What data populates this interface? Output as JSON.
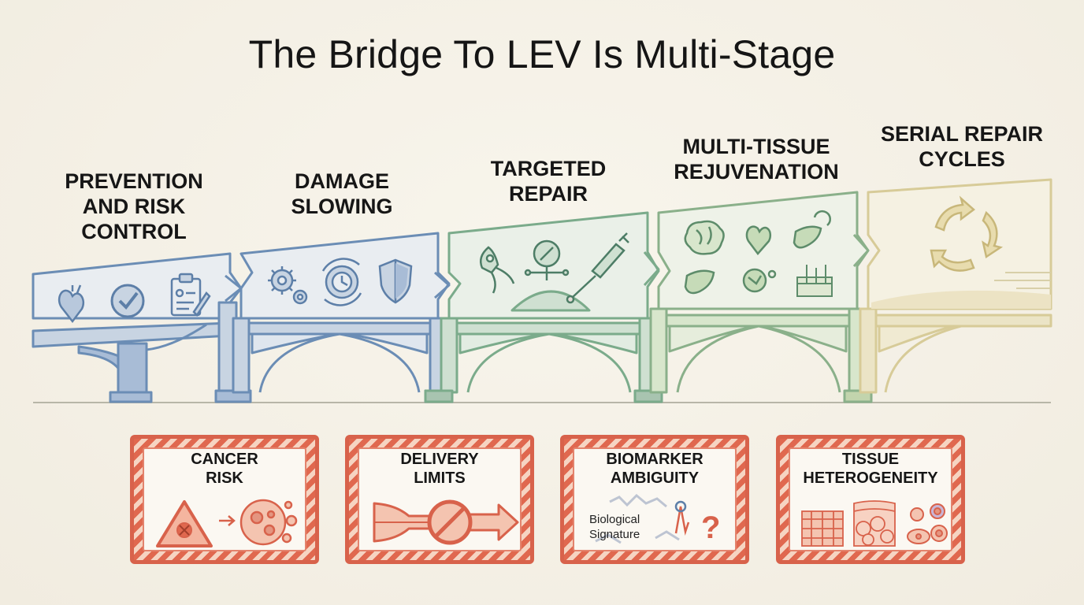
{
  "title": "The Bridge To LEV Is Multi-Stage",
  "stages": [
    {
      "label": "PREVENTION\nAND RISK\nCONTROL",
      "color": "#6b8db5",
      "icons": [
        "heart-icon",
        "checkmark-icon",
        "clipboard-icon"
      ]
    },
    {
      "label": "DAMAGE\nSLOWING",
      "color": "#6b8db5",
      "icons": [
        "gears-icon",
        "clock-cycle-icon",
        "shield-icon"
      ]
    },
    {
      "label": "TARGETED\nREPAIR",
      "color": "#7bab8b",
      "icons": [
        "nanobot-icon",
        "targeting-icon",
        "syringe-icon"
      ]
    },
    {
      "label": "MULTI-TISSUE\nREJUVENATION",
      "color": "#8ab08a",
      "icons": [
        "brain-icon",
        "heart-icon",
        "liver-icon",
        "liver-icon",
        "cell-icon",
        "skin-icon"
      ]
    },
    {
      "label": "SERIAL REPAIR\nCYCLES",
      "color": "#d7cb98",
      "icons": [
        "cycle-arrows-icon"
      ]
    }
  ],
  "hazards": [
    {
      "label": "CANCER\nRISK",
      "icons": [
        "warning-triangle-icon",
        "tumor-cell-icon"
      ]
    },
    {
      "label": "DELIVERY\nLIMITS",
      "icons": [
        "blocked-arrow-icon"
      ]
    },
    {
      "label": "BIOMARKER\nAMBIGUITY",
      "caption": "Biological\nSignature",
      "icons": [
        "signal-trace-icon",
        "question-mark-icon"
      ]
    },
    {
      "label": "TISSUE\nHETEROGENEITY",
      "icons": [
        "tissue-sample-icon",
        "cells-icon"
      ]
    }
  ],
  "colors": {
    "hazard": "#d8624b",
    "ground": "#b8b6a8",
    "text": "#161616"
  }
}
